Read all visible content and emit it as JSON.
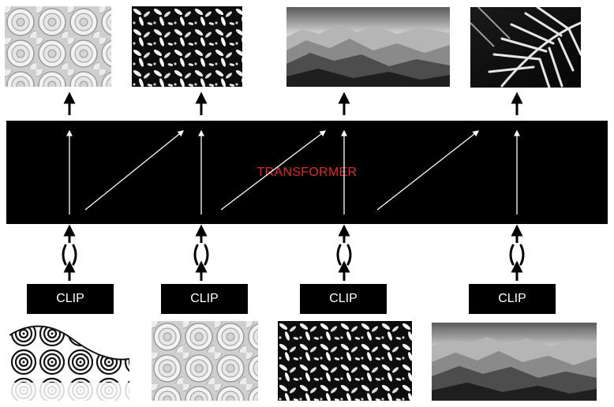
{
  "diagram": {
    "transformer_label": "TRANSFORMER",
    "encoder_label": "CLIP",
    "encoders": [
      {
        "label": "CLIP"
      },
      {
        "label": "CLIP"
      },
      {
        "label": "CLIP"
      },
      {
        "label": "CLIP"
      }
    ],
    "inputs": [
      {
        "content": "swirl-pattern"
      },
      {
        "content": "roses"
      },
      {
        "content": "leaf-pattern"
      },
      {
        "content": "misty-mountains"
      }
    ],
    "outputs": [
      {
        "content": "roses"
      },
      {
        "content": "leaf-pattern"
      },
      {
        "content": "misty-mountains"
      },
      {
        "content": "palm-leaves"
      }
    ],
    "colors": {
      "band": "#000000",
      "label": "#e12a2a",
      "arrow": "#000000",
      "inner_arrow": "#ffffff"
    }
  }
}
